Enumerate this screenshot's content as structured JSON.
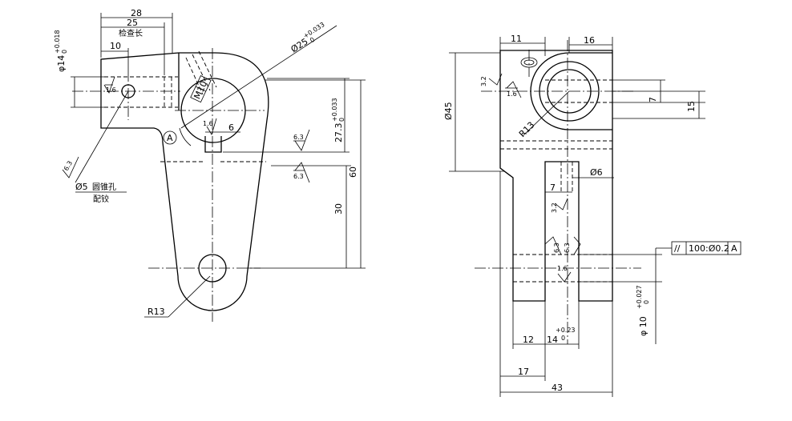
{
  "left_view": {
    "dims": {
      "d28": "28",
      "d25": "25",
      "inspect_length": "检查长",
      "d10": "10",
      "d14": "φ14",
      "tol14_upper": "+0.018",
      "tol14_lower": "0",
      "d25dia": "Ø25",
      "tol25_upper": "+0.033",
      "tol25_lower": "0",
      "m10": "M10",
      "d27_3": "27.3",
      "tol27_upper": "+0.033",
      "tol27_lower": "0",
      "d60": "60",
      "d30": "30",
      "d6": "6",
      "r13": "R13",
      "d5": "Ø5",
      "taper_pin_hole": "圆锥孔",
      "ream_together": "配铰"
    },
    "roughness": {
      "r1_6a": "1.6",
      "r1_6b": "1.6",
      "r6_3a": "6.3",
      "r6_3b": "6.3",
      "r6_3c": "6.3"
    },
    "datum_a": "A"
  },
  "right_view": {
    "dims": {
      "d11": "11",
      "d16": "16",
      "d45": "Ø45",
      "d7a": "7",
      "d15": "15",
      "r13": "R13",
      "d6": "Ø6",
      "d7b": "7",
      "d12": "12",
      "d14": "14",
      "tol14_upper": "+0.23",
      "tol14_lower": "0",
      "d17": "17",
      "d43": "43",
      "d10": "φ 10",
      "tol10_upper": "+0.027",
      "tol10_lower": "0"
    },
    "roughness": {
      "r3_2a": "3.2",
      "r1_6a": "1.6",
      "r3_2b": "3.2",
      "r6_3a": "6.3",
      "r6_3b": "6.3",
      "r1_6b": "1.6"
    },
    "tolerance_frame": {
      "symbol": "//",
      "value": "100:Ø0.2",
      "datum": "A"
    }
  }
}
